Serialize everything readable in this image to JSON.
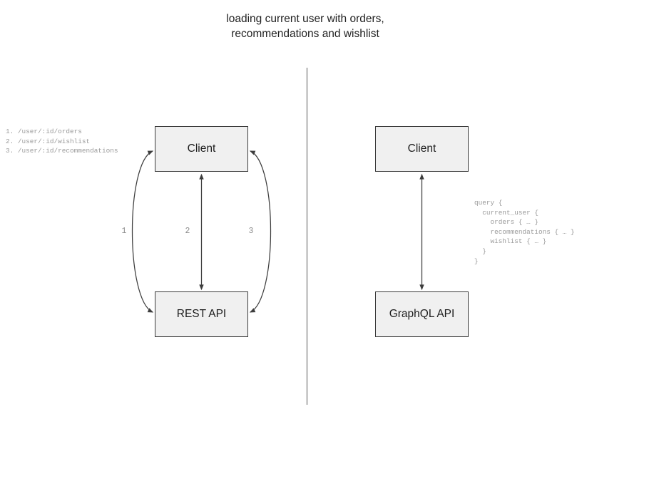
{
  "title": "loading current user with orders,\nrecommendations and wishlist",
  "divider": {
    "color": "#8a8a8a"
  },
  "theme": {
    "node_fill": "#f0f0f0",
    "node_stroke": "#3a3a3a",
    "edge_stroke": "#3d3d3d",
    "code_color": "#9a9a9a",
    "label_color": "#8e8e8e",
    "background": "#ffffff"
  },
  "rest_side": {
    "client_label": "Client",
    "api_label": "REST API",
    "endpoints": "1. /user/:id/orders\n2. /user/:id/wishlist\n3. /user/:id/recommendations",
    "edge_labels": [
      "1",
      "2",
      "3"
    ]
  },
  "graphql_side": {
    "client_label": "Client",
    "api_label": "GraphQL API",
    "query": "query {\n  current_user {\n    orders { … }\n    recommendations { … }\n    wishlist { … }\n  }\n}"
  }
}
